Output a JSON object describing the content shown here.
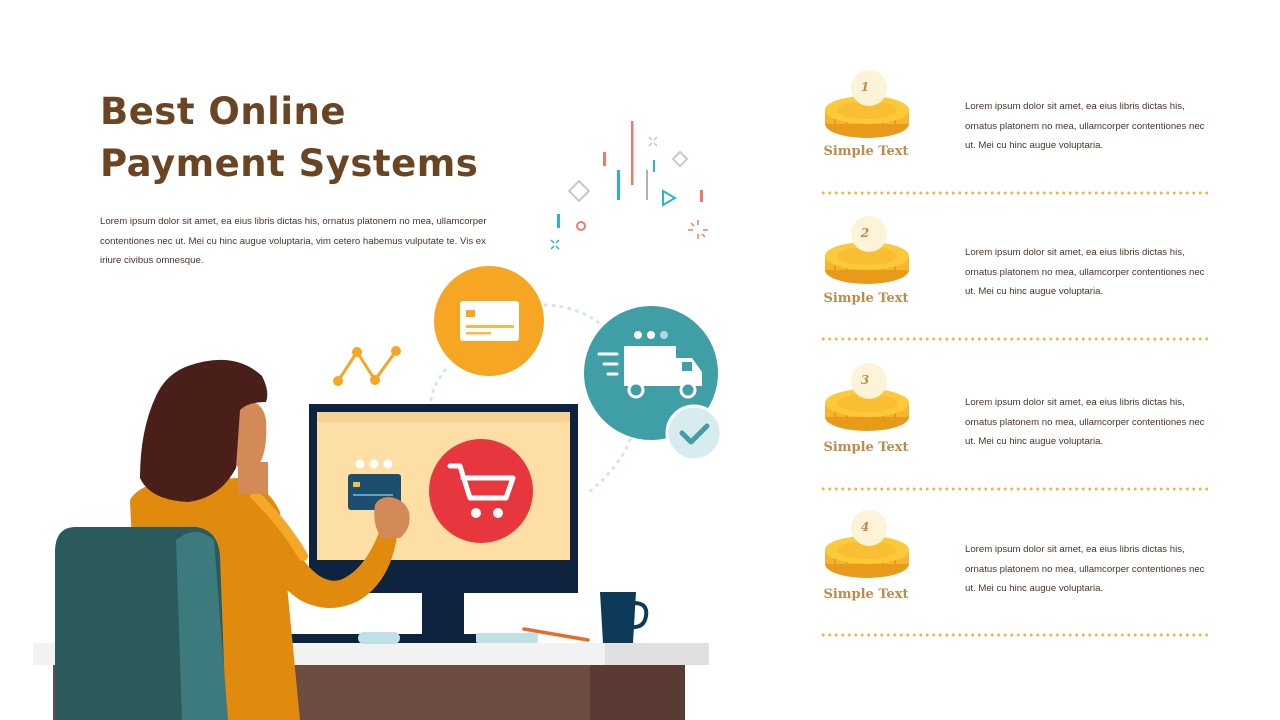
{
  "title": {
    "line1": "Best Online",
    "line2": "Payment Systems"
  },
  "intro": "Lorem ipsum dolor sit amet, ea eius libris dictas his, ornatus platonem no mea, ullamcorper contentiones nec ut. Mei cu hinc augue voluptaria, vim cetero habemus vulputate te. Vis ex iriure civibus omnesque.",
  "items": [
    {
      "number": "1",
      "label": "Simple Text",
      "text": "Lorem ipsum dolor sit amet, ea eius libris dictas his, ornatus platonem no mea, ullamcorper contentiones nec ut. Mei cu hinc augue voluptaria."
    },
    {
      "number": "2",
      "label": "Simple Text",
      "text": "Lorem ipsum dolor sit amet, ea eius libris dictas his, ornatus platonem no mea, ullamcorper contentiones nec ut. Mei cu hinc augue voluptaria."
    },
    {
      "number": "3",
      "label": "Simple Text",
      "text": "Lorem ipsum dolor sit amet, ea eius libris dictas his, ornatus platonem no mea, ullamcorper contentiones nec ut. Mei cu hinc augue voluptaria."
    },
    {
      "number": "4",
      "label": "Simple Text",
      "text": "Lorem ipsum dolor sit amet, ea eius libris dictas his, ornatus platonem no mea, ullamcorper contentiones nec ut. Mei cu hinc augue voluptaria."
    }
  ],
  "colors": {
    "title_brown": "#6b4423",
    "coin_gold": "#f7b42c",
    "accent_orange": "#f6a623",
    "teal": "#3f9ea6",
    "red": "#e8363f",
    "navy": "#0e2340"
  },
  "icons": [
    "credit-card-icon",
    "delivery-truck-icon",
    "checkmark-icon",
    "shopping-cart-icon",
    "trend-line-icon",
    "coin-stack-icon"
  ]
}
